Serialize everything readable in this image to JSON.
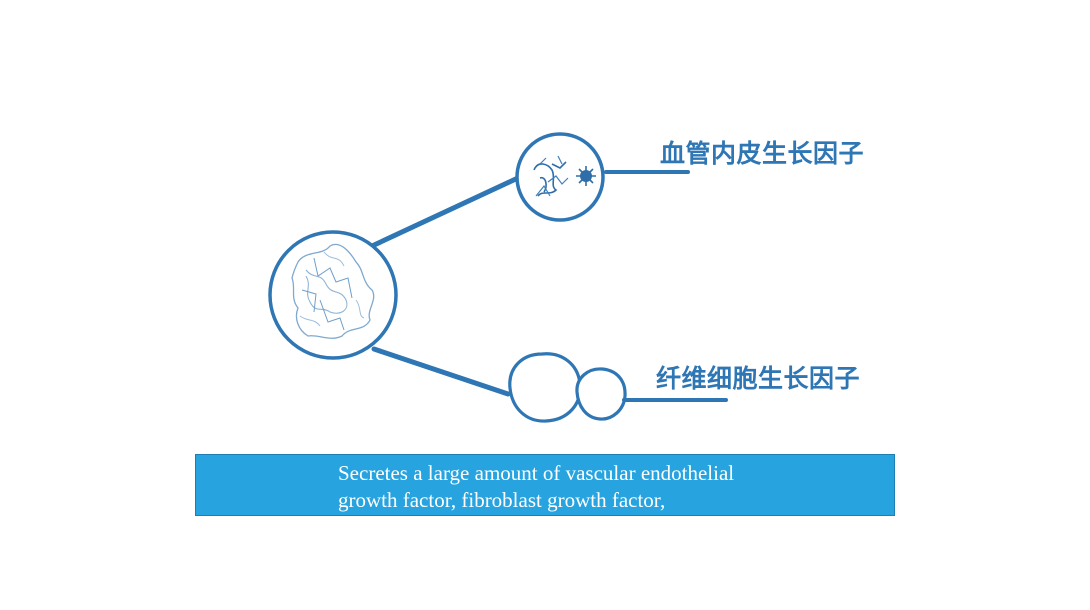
{
  "diagram": {
    "labels": {
      "top": "血管内皮生长因子",
      "bottom": "纤维细胞生长因子"
    },
    "colors": {
      "stroke": "#2f76b4",
      "label": "#2f76b4",
      "caption_bg": "#27a3e0",
      "caption_text": "#ffffff"
    }
  },
  "caption": {
    "line1": "Secretes a large amount of vascular endothelial",
    "line2": "growth factor, fibroblast growth factor,"
  }
}
